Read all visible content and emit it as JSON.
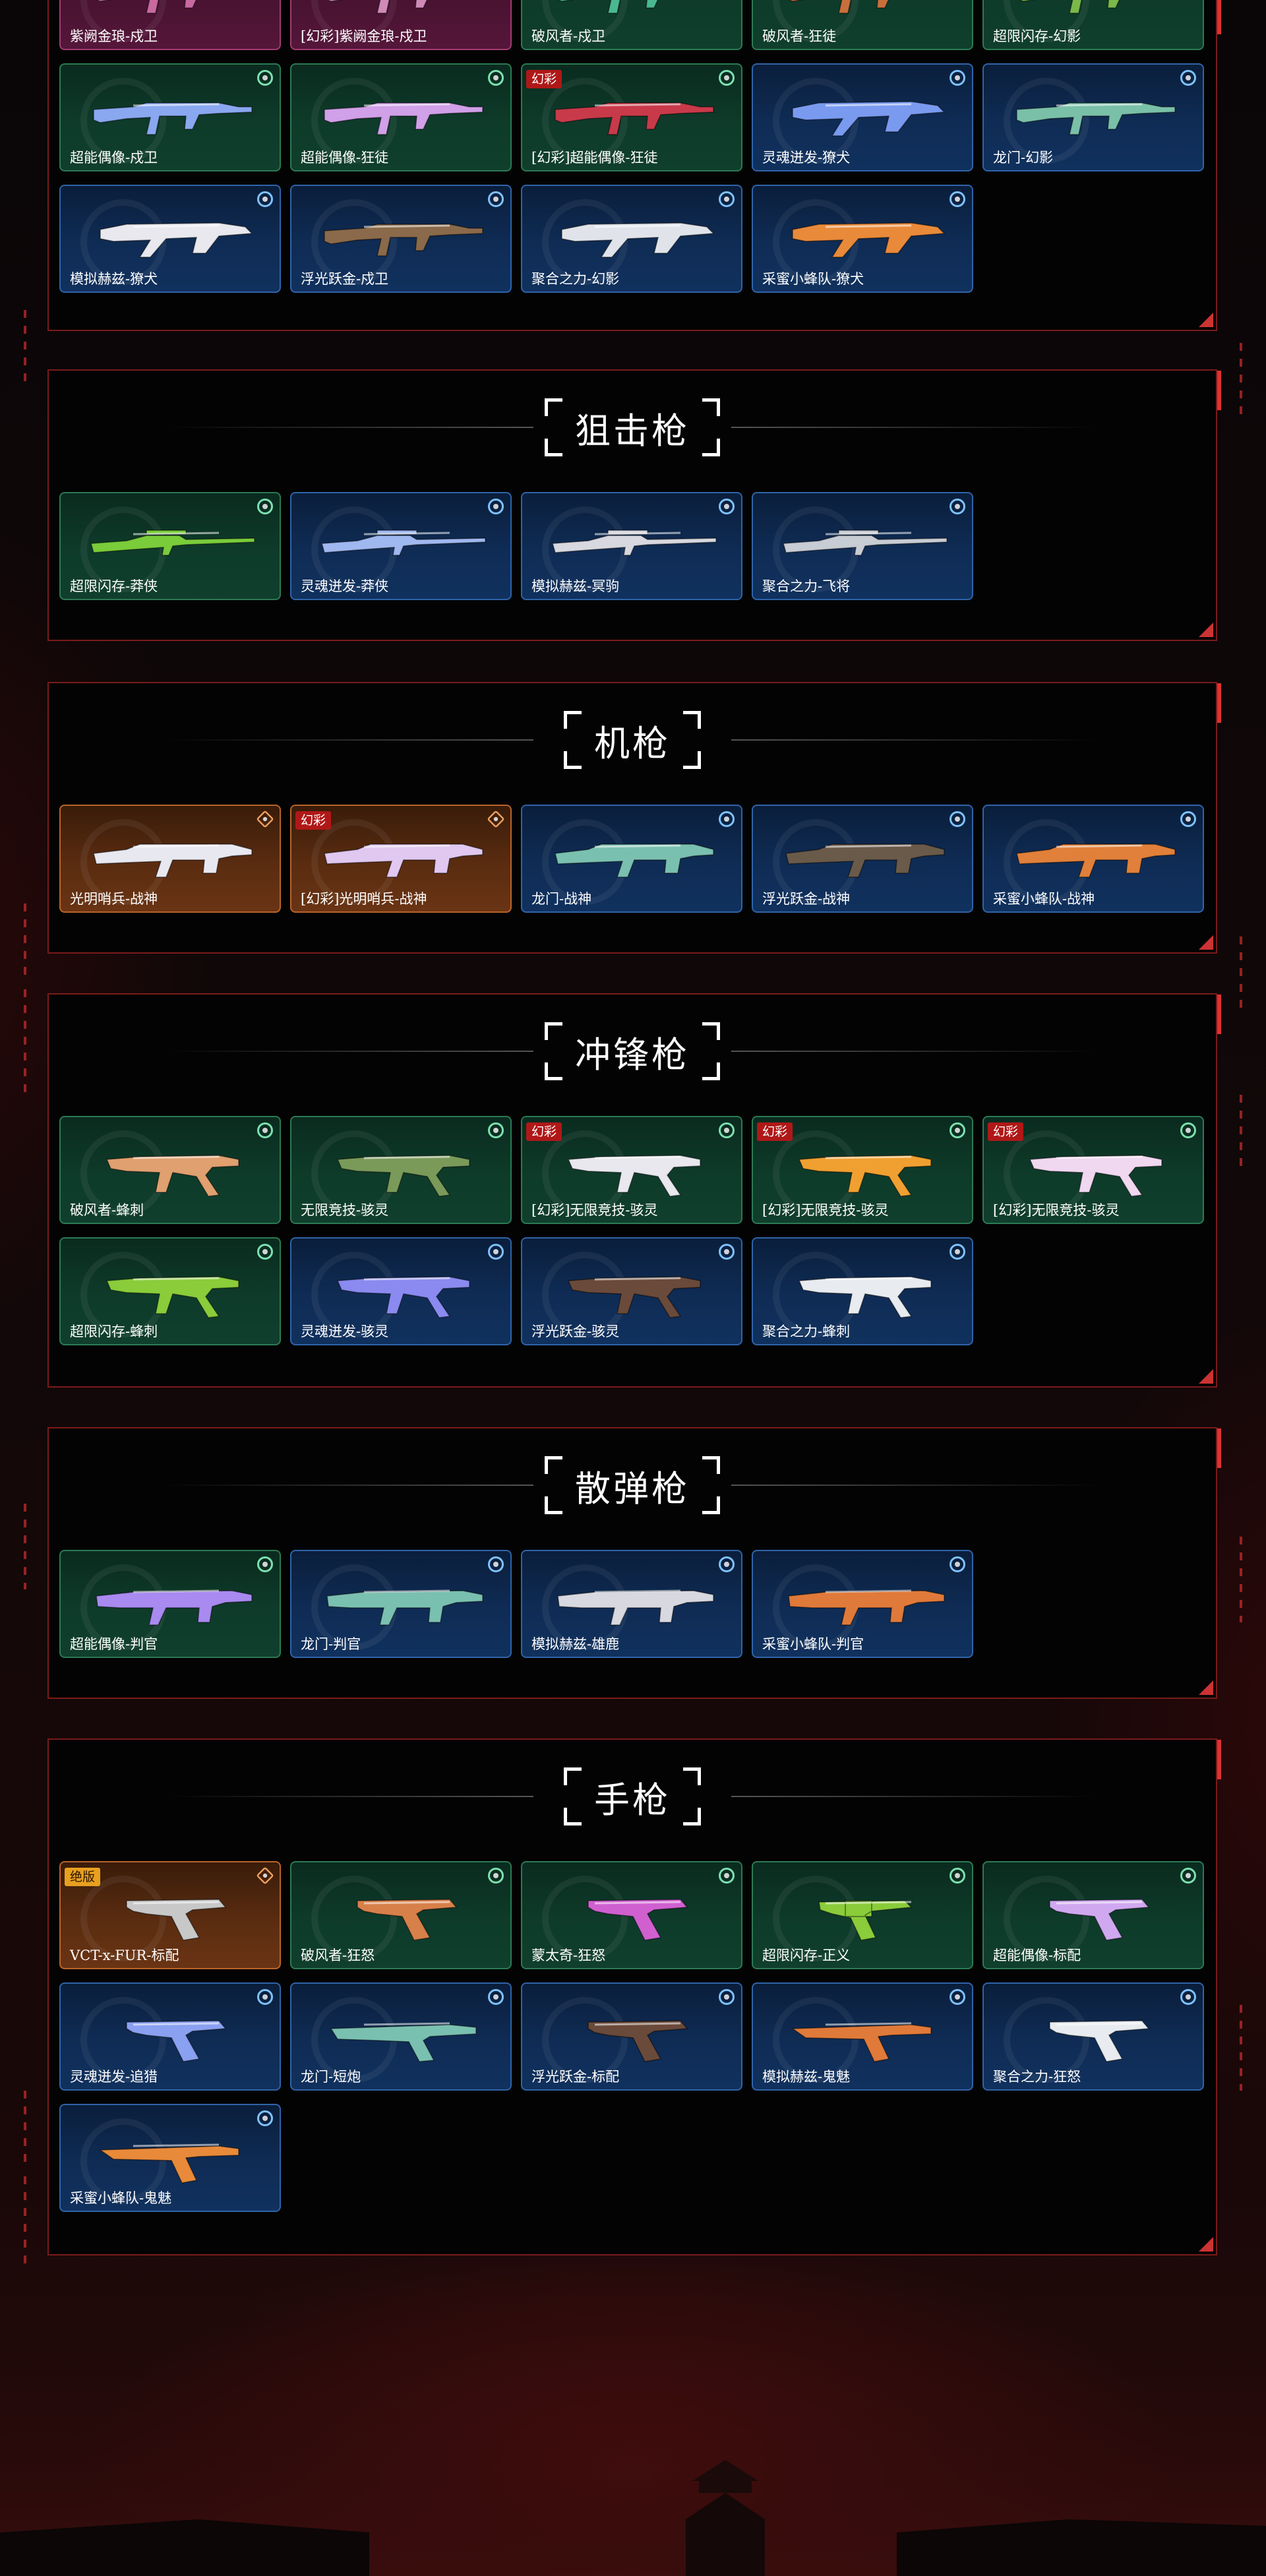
{
  "sections": [
    {
      "id": "top",
      "title": "",
      "items": [
        {
          "name": "紫阙金琅-戍卫",
          "rarity": "pink",
          "badge": "",
          "weapon": "rifle",
          "accent": "#c86aa0"
        },
        {
          "name": "[幻彩]紫阙金琅-戍卫",
          "rarity": "pink",
          "badge": "",
          "weapon": "rifle",
          "accent": "#d08ab8"
        },
        {
          "name": "破风者-戍卫",
          "rarity": "green",
          "badge": "",
          "weapon": "rifle",
          "accent": "#4ab890"
        },
        {
          "name": "破风者-狂徒",
          "rarity": "green",
          "badge": "",
          "weapon": "rifle",
          "accent": "#c8703c"
        },
        {
          "name": "超限闪存-幻影",
          "rarity": "green",
          "badge": "",
          "weapon": "rifle",
          "accent": "#7ab84a"
        },
        {
          "name": "超能偶像-戍卫",
          "rarity": "green",
          "badge": "",
          "weapon": "rifle",
          "accent": "#8aa8f0"
        },
        {
          "name": "超能偶像-狂徒",
          "rarity": "green",
          "badge": "",
          "weapon": "rifle",
          "accent": "#d0a0e8"
        },
        {
          "name": "[幻彩]超能偶像-狂徒",
          "rarity": "green",
          "badge": "幻彩",
          "weapon": "rifle",
          "accent": "#c83a4a"
        },
        {
          "name": "灵魂迸发-獠犬",
          "rarity": "blue",
          "badge": "",
          "weapon": "bullpup",
          "accent": "#7a9af0"
        },
        {
          "name": "龙门-幻影",
          "rarity": "blue",
          "badge": "",
          "weapon": "rifle",
          "accent": "#7ac0a8"
        },
        {
          "name": "模拟赫兹-獠犬",
          "rarity": "blue",
          "badge": "",
          "weapon": "bullpup",
          "accent": "#e8e8ee"
        },
        {
          "name": "浮光跃金-戍卫",
          "rarity": "blue",
          "badge": "",
          "weapon": "rifle",
          "accent": "#8a6a4a"
        },
        {
          "name": "聚合之力-幻影",
          "rarity": "blue",
          "badge": "",
          "weapon": "bullpup",
          "accent": "#e0e4ea"
        },
        {
          "name": "采蜜小蜂队-獠犬",
          "rarity": "blue",
          "badge": "",
          "weapon": "bullpup",
          "accent": "#e88a3a"
        }
      ]
    },
    {
      "id": "sniper",
      "title": "狙击枪",
      "items": [
        {
          "name": "超限闪存-莽侠",
          "rarity": "green",
          "badge": "",
          "weapon": "sniper",
          "accent": "#7acc3a"
        },
        {
          "name": "灵魂迸发-莽侠",
          "rarity": "blue",
          "badge": "",
          "weapon": "sniper",
          "accent": "#a0b8f0"
        },
        {
          "name": "模拟赫兹-冥驹",
          "rarity": "blue",
          "badge": "",
          "weapon": "sniper",
          "accent": "#d8d8e0"
        },
        {
          "name": "聚合之力-飞将",
          "rarity": "blue",
          "badge": "",
          "weapon": "sniper",
          "accent": "#c8ccd4"
        }
      ]
    },
    {
      "id": "mg",
      "title": "机枪",
      "items": [
        {
          "name": "光明哨兵-战神",
          "rarity": "orange",
          "badge": "",
          "weapon": "mg",
          "accent": "#e8e8f0"
        },
        {
          "name": "[幻彩]光明哨兵-战神",
          "rarity": "orange",
          "badge": "幻彩",
          "weapon": "mg",
          "accent": "#e0c8f0"
        },
        {
          "name": "龙门-战神",
          "rarity": "blue",
          "badge": "",
          "weapon": "mg",
          "accent": "#7ac0b0"
        },
        {
          "name": "浮光跃金-战神",
          "rarity": "blue",
          "badge": "",
          "weapon": "mg",
          "accent": "#6a5a4a"
        },
        {
          "name": "采蜜小蜂队-战神",
          "rarity": "blue",
          "badge": "",
          "weapon": "mg",
          "accent": "#e0803a"
        }
      ]
    },
    {
      "id": "smg",
      "title": "冲锋枪",
      "items": [
        {
          "name": "破风者-蜂刺",
          "rarity": "green",
          "badge": "",
          "weapon": "smg",
          "accent": "#e0a070"
        },
        {
          "name": "无限竞技-骇灵",
          "rarity": "green",
          "badge": "",
          "weapon": "smg",
          "accent": "#7a9a5a"
        },
        {
          "name": "[幻彩]无限竞技-骇灵",
          "rarity": "green",
          "badge": "幻彩",
          "weapon": "smg",
          "accent": "#e8e8ee"
        },
        {
          "name": "[幻彩]无限竞技-骇灵",
          "rarity": "green",
          "badge": "幻彩",
          "weapon": "smg",
          "accent": "#f0a030"
        },
        {
          "name": "[幻彩]无限竞技-骇灵",
          "rarity": "green",
          "badge": "幻彩",
          "weapon": "smg",
          "accent": "#f0d8f0"
        },
        {
          "name": "超限闪存-蜂刺",
          "rarity": "green",
          "badge": "",
          "weapon": "smg",
          "accent": "#8acc3a"
        },
        {
          "name": "灵魂迸发-骇灵",
          "rarity": "blue",
          "badge": "",
          "weapon": "smg",
          "accent": "#8a8af0"
        },
        {
          "name": "浮光跃金-骇灵",
          "rarity": "blue",
          "badge": "",
          "weapon": "smg",
          "accent": "#6a4a3a"
        },
        {
          "name": "聚合之力-蜂刺",
          "rarity": "blue",
          "badge": "",
          "weapon": "smg",
          "accent": "#e8ecf0"
        }
      ]
    },
    {
      "id": "shotgun",
      "title": "散弹枪",
      "items": [
        {
          "name": "超能偶像-判官",
          "rarity": "green",
          "badge": "",
          "weapon": "shotgun",
          "accent": "#a88af0"
        },
        {
          "name": "龙门-判官",
          "rarity": "blue",
          "badge": "",
          "weapon": "shotgun",
          "accent": "#7ac0b0"
        },
        {
          "name": "模拟赫兹-雄鹿",
          "rarity": "blue",
          "badge": "",
          "weapon": "shotgun",
          "accent": "#d8d8e0"
        },
        {
          "name": "采蜜小蜂队-判官",
          "rarity": "blue",
          "badge": "",
          "weapon": "shotgun",
          "accent": "#e07a3a"
        }
      ]
    },
    {
      "id": "pistol",
      "title": "手枪",
      "items": [
        {
          "name": "VCT-x-FUR-标配",
          "rarity": "orange",
          "badge": "绝版",
          "weapon": "pistol",
          "accent": "#c8c8c8"
        },
        {
          "name": "破风者-狂怒",
          "rarity": "green",
          "badge": "",
          "weapon": "pistol",
          "accent": "#d8804a"
        },
        {
          "name": "蒙太奇-狂怒",
          "rarity": "green",
          "badge": "",
          "weapon": "pistol",
          "accent": "#d060d0"
        },
        {
          "name": "超限闪存-正义",
          "rarity": "green",
          "badge": "",
          "weapon": "revolver",
          "accent": "#8acc3a"
        },
        {
          "name": "超能偶像-标配",
          "rarity": "green",
          "badge": "",
          "weapon": "pistol",
          "accent": "#d0a8f0"
        },
        {
          "name": "灵魂迸发-追猎",
          "rarity": "blue",
          "badge": "",
          "weapon": "pistol",
          "accent": "#8aa0f0"
        },
        {
          "name": "龙门-短炮",
          "rarity": "blue",
          "badge": "",
          "weapon": "shorty",
          "accent": "#7ac0b0"
        },
        {
          "name": "浮光跃金-标配",
          "rarity": "blue",
          "badge": "",
          "weapon": "pistol",
          "accent": "#6a4a3a"
        },
        {
          "name": "模拟赫兹-鬼魅",
          "rarity": "blue",
          "badge": "",
          "weapon": "longpistol",
          "accent": "#e07a3a"
        },
        {
          "name": "聚合之力-狂怒",
          "rarity": "blue",
          "badge": "",
          "weapon": "pistol",
          "accent": "#e8ecf0"
        },
        {
          "name": "采蜜小蜂队-鬼魅",
          "rarity": "blue",
          "badge": "",
          "weapon": "longpistol",
          "accent": "#e88a3a"
        }
      ]
    }
  ]
}
